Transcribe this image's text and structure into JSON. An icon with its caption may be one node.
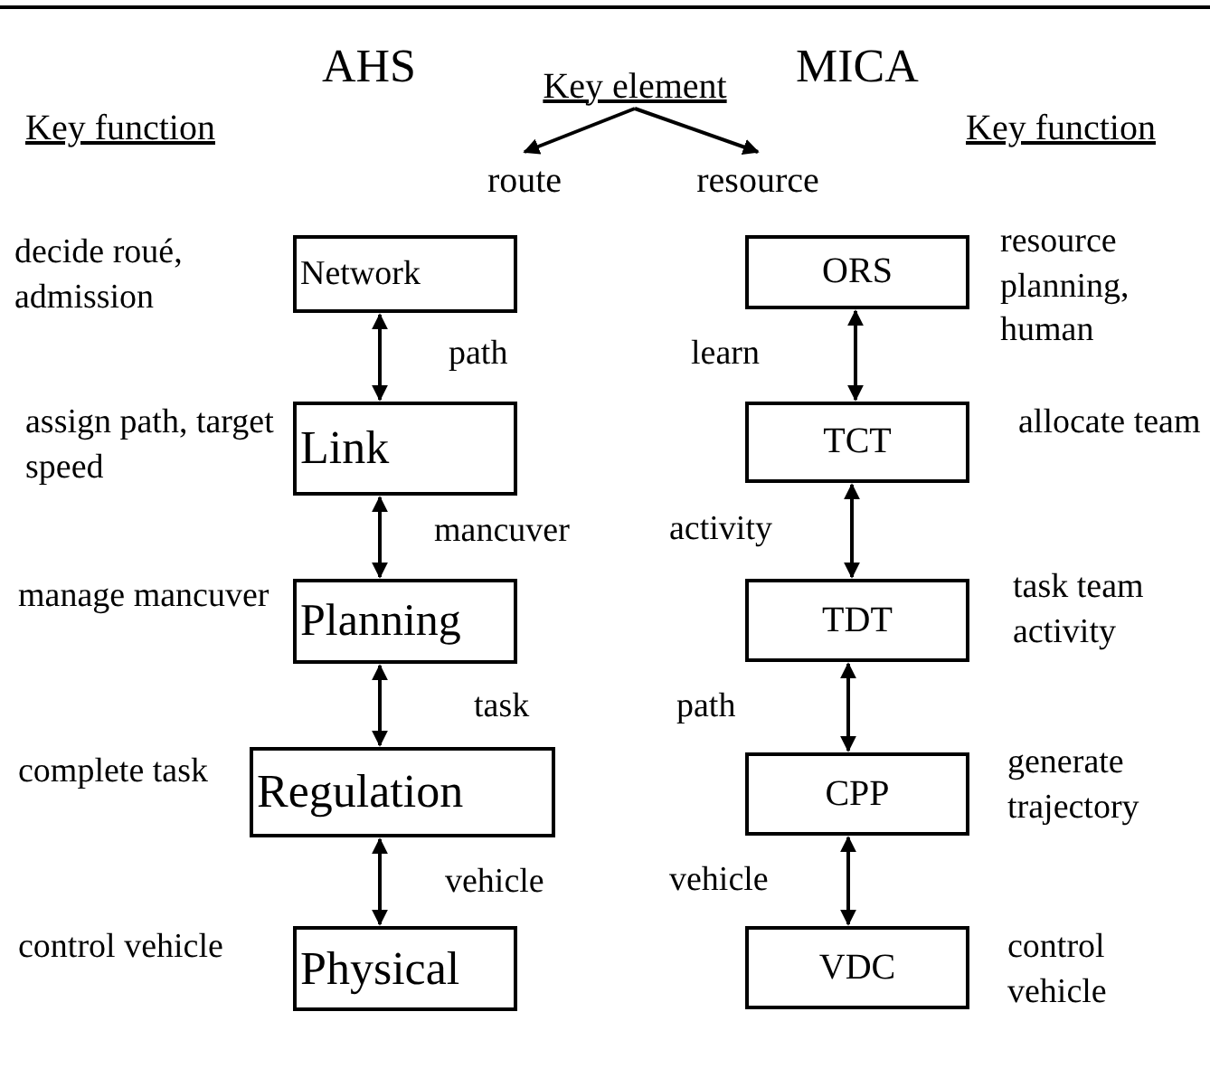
{
  "diagram": {
    "nodes": [
      {
        "text": [
          "Key element"
        ]
      },
      {
        "text": [
          "route"
        ]
      },
      {
        "text": [
          "resource"
        ]
      },
      {
        "text": [
          "Network"
        ],
        "beside": [
          "decide roué, admission"
        ]
      },
      {
        "text": [
          "Link"
        ],
        "beside": [
          "assign path, target speed"
        ]
      },
      {
        "text": [
          "Planning"
        ],
        "beside": [
          "manage mancuver"
        ]
      },
      {
        "text": [
          "Regulation"
        ],
        "beside": [
          "complete task"
        ]
      },
      {
        "text": [
          "Physical"
        ],
        "beside": [
          "control vehicle"
        ]
      },
      {
        "text": [
          "ORS"
        ],
        "beside": [
          "resource planning, human"
        ]
      },
      {
        "text": [
          "TCT"
        ],
        "beside": [
          "allocate team"
        ]
      },
      {
        "text": [
          "TDT"
        ],
        "beside": [
          "task team activity"
        ]
      },
      {
        "text": [
          "CPP"
        ],
        "beside": [
          "generate trajectory"
        ]
      },
      {
        "text": [
          "VDC"
        ],
        "beside": [
          "control vehicle"
        ]
      }
    ],
    "edges": [
      {
        "from": 0,
        "to": 1,
        "arrow": "to"
      },
      {
        "from": 0,
        "to": 2,
        "arrow": "to"
      },
      {
        "from": 3,
        "to": 4,
        "arrow": "both",
        "label": "path"
      },
      {
        "from": 4,
        "to": 5,
        "arrow": "both",
        "label": "mancuver"
      },
      {
        "from": 5,
        "to": 6,
        "arrow": "both",
        "label": "task"
      },
      {
        "from": 6,
        "to": 7,
        "arrow": "both",
        "label": "vehicle"
      },
      {
        "from": 8,
        "to": 9,
        "arrow": "both",
        "label": "learn"
      },
      {
        "from": 9,
        "to": 10,
        "arrow": "both",
        "label": "activity"
      },
      {
        "from": 10,
        "to": 11,
        "arrow": "both",
        "label": "path"
      },
      {
        "from": 11,
        "to": 12,
        "arrow": "both",
        "label": "vehicle"
      }
    ],
    "labels": [
      "AHS",
      "MICA",
      "Key function",
      "Key function"
    ]
  }
}
